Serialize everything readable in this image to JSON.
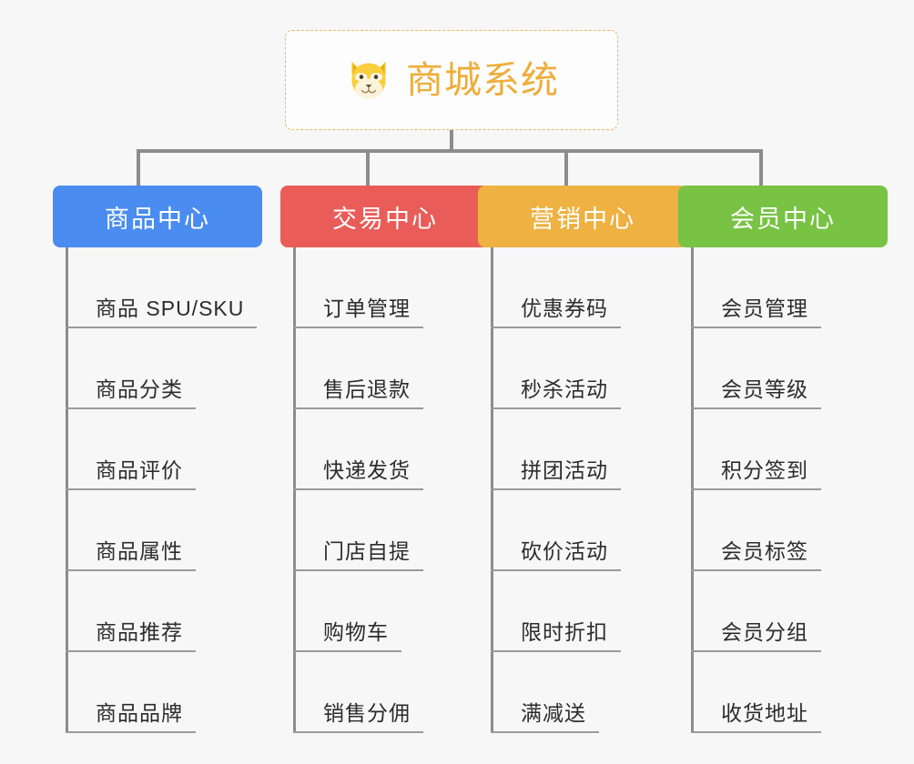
{
  "page": {
    "background_color": "#f7f7f7",
    "type": "org-chart"
  },
  "root": {
    "title": "商城系统",
    "icon": "shiba-dog-emoji",
    "border_color": "#edb65a",
    "text_color": "#eead3a"
  },
  "connector": {
    "color": "#8c8c8c"
  },
  "columns": [
    {
      "title": "商品中心",
      "color": "#4a8cf0",
      "items": [
        "商品 SPU/SKU",
        "商品分类",
        "商品评价",
        "商品属性",
        "商品推荐",
        "商品品牌"
      ]
    },
    {
      "title": "交易中心",
      "color": "#e95c58",
      "items": [
        "订单管理",
        "售后退款",
        "快递发货",
        "门店自提",
        "购物车",
        "销售分佣"
      ]
    },
    {
      "title": "营销中心",
      "color": "#eeb142",
      "items": [
        "优惠券码",
        "秒杀活动",
        "拼团活动",
        "砍价活动",
        "限时折扣",
        "满减送"
      ]
    },
    {
      "title": "会员中心",
      "color": "#78c244",
      "items": [
        "会员管理",
        "会员等级",
        "积分签到",
        "会员标签",
        "会员分组",
        "收货地址"
      ]
    }
  ]
}
